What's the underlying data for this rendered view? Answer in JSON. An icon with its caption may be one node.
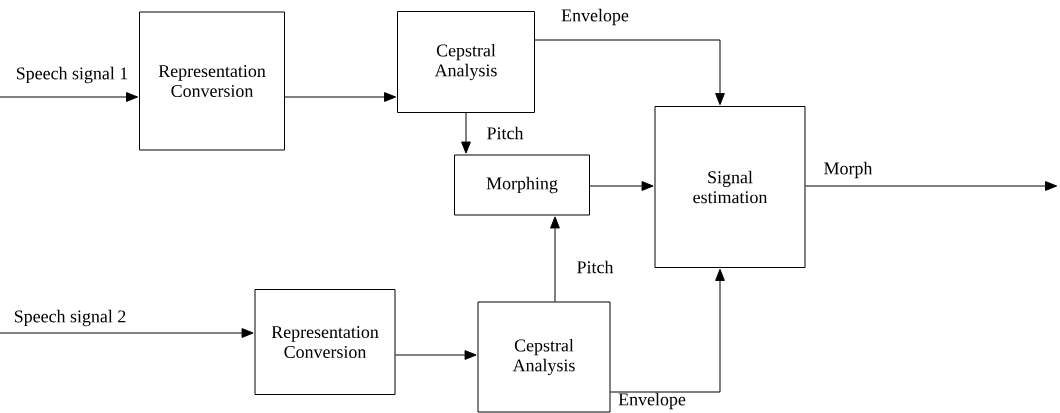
{
  "diagram": {
    "nodes": [
      {
        "text": [
          "Representation Conversion"
        ]
      },
      {
        "text": [
          "Cepstral Analysis"
        ]
      },
      {
        "text": [
          "Morphing"
        ]
      },
      {
        "text": [
          "Signal estimation"
        ]
      },
      {
        "text": [
          "Representation Conversion"
        ]
      },
      {
        "text": [
          "Cepstral Analysis"
        ]
      }
    ],
    "edges": [
      {
        "from": null,
        "to": 0,
        "arrow": "to",
        "label": "Speech signal 1"
      },
      {
        "from": 0,
        "to": 1,
        "arrow": "to"
      },
      {
        "from": 1,
        "to": 3,
        "arrow": "to",
        "label": "Envelope"
      },
      {
        "from": 1,
        "to": 2,
        "arrow": "to",
        "label": "Pitch"
      },
      {
        "from": 2,
        "to": 3,
        "arrow": "to"
      },
      {
        "from": 3,
        "to": null,
        "arrow": "to",
        "label": "Morph"
      },
      {
        "from": null,
        "to": 4,
        "arrow": "to",
        "label": "Speech signal 2"
      },
      {
        "from": 4,
        "to": 5,
        "arrow": "to"
      },
      {
        "from": 5,
        "to": 2,
        "arrow": "to",
        "label": "Pitch"
      },
      {
        "from": 5,
        "to": 3,
        "arrow": "to",
        "label": "Envelope"
      }
    ]
  }
}
